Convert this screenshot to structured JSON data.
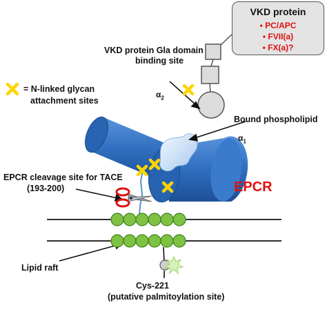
{
  "colors": {
    "cylinder": "#2f6fc0",
    "cylinder_dark": "#1f4f92",
    "membrane_bead": "#7dc242",
    "glycan_mark": "#ffd400",
    "title_red": "#e01010",
    "box_fill": "#e4e4e4",
    "line": "#111111"
  },
  "vkd_box": {
    "title": "VKD protein",
    "items": [
      "• PC/APC",
      "• FVII(a)",
      "• FX(a)?"
    ]
  },
  "labels": {
    "gla_site_line1": "VKD protein Gla domain",
    "gla_site_line2": "binding site",
    "legend_line1": "= N-linked glycan",
    "legend_line2": "attachment sites",
    "bound_phospholipid": "Bound phospholipid",
    "alpha2": "α",
    "alpha2_sub": "2",
    "alpha1": "α",
    "alpha1_sub": "1",
    "cleavage_line1": "EPCR cleavage site for TACE",
    "cleavage_line2": "(193-200)",
    "epcr": "EPCR",
    "lipid_raft": "Lipid raft",
    "cys_line1": "Cys-221",
    "cys_line2": "(putative palmitoylation site)"
  },
  "icons": [
    "glycan-x-icon",
    "scissors-icon",
    "palmitoyl-star-icon"
  ]
}
